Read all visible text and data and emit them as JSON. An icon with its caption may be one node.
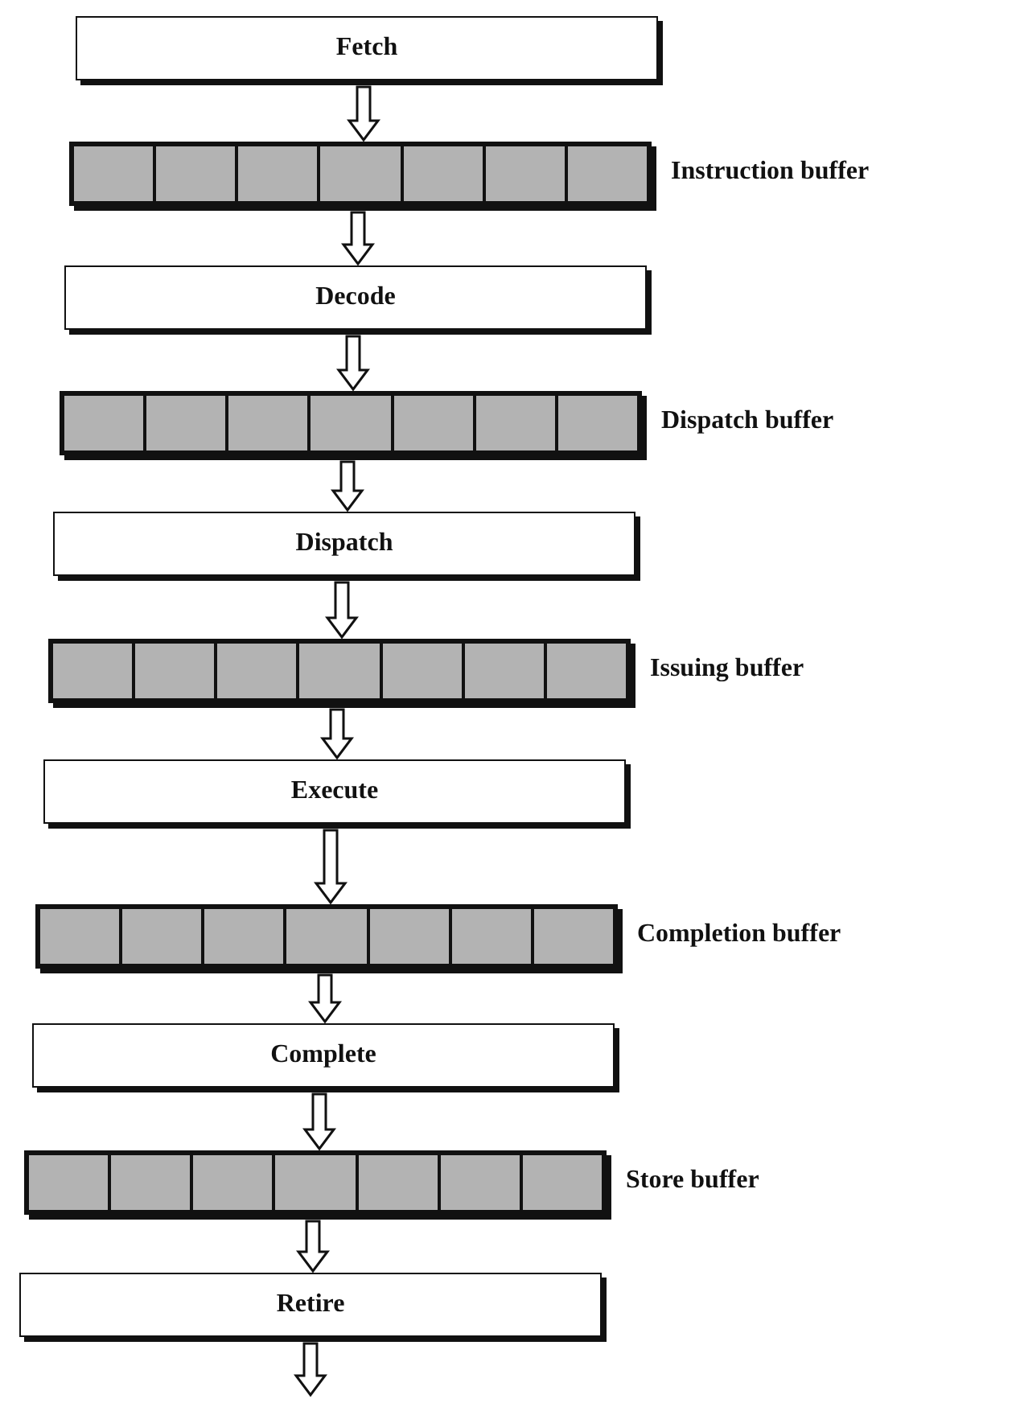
{
  "diagram": {
    "nodes": [
      {
        "text": [
          "Fetch"
        ]
      },
      {
        "text": [],
        "shape": "bar",
        "beside": [
          "Instruction buffer"
        ]
      },
      {
        "text": [
          "Decode"
        ]
      },
      {
        "text": [],
        "shape": "bar",
        "beside": [
          "Dispatch buffer"
        ]
      },
      {
        "text": [
          "Dispatch"
        ]
      },
      {
        "text": [],
        "shape": "bar",
        "beside": [
          "Issuing buffer"
        ]
      },
      {
        "text": [
          "Execute"
        ]
      },
      {
        "text": [],
        "shape": "bar",
        "beside": [
          "Completion buffer"
        ]
      },
      {
        "text": [
          "Complete"
        ]
      },
      {
        "text": [],
        "shape": "bar",
        "beside": [
          "Store buffer"
        ]
      },
      {
        "text": [
          "Retire"
        ]
      }
    ],
    "edges": [
      {
        "from": 0,
        "to": 1,
        "arrow": "to"
      },
      {
        "from": 1,
        "to": 2,
        "arrow": "to"
      },
      {
        "from": 2,
        "to": 3,
        "arrow": "to"
      },
      {
        "from": 3,
        "to": 4,
        "arrow": "to"
      },
      {
        "from": 4,
        "to": 5,
        "arrow": "to"
      },
      {
        "from": 5,
        "to": 6,
        "arrow": "to"
      },
      {
        "from": 6,
        "to": 7,
        "arrow": "to"
      },
      {
        "from": 7,
        "to": 8,
        "arrow": "to"
      },
      {
        "from": 8,
        "to": 9,
        "arrow": "to"
      },
      {
        "from": 9,
        "to": 10,
        "arrow": "to"
      },
      {
        "from": 10,
        "to": null,
        "arrow": "to"
      }
    ]
  }
}
